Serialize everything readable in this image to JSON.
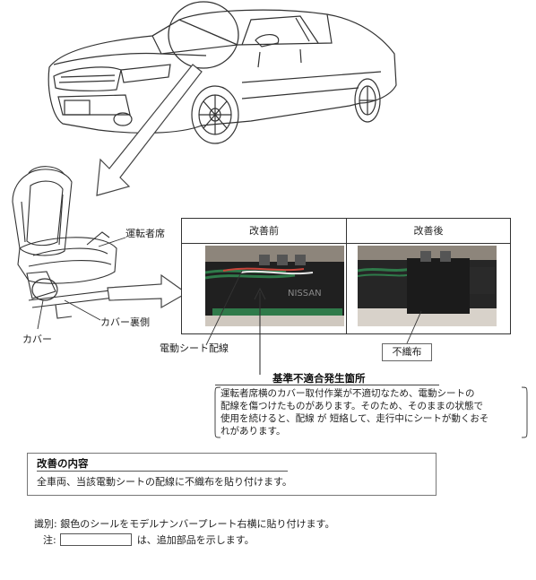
{
  "labels": {
    "driver_seat": "運転者席",
    "cover_back": "カバー裏側",
    "cover": "カバー",
    "power_seat_wiring": "電動シート配線",
    "nonwoven": "不織布"
  },
  "table": {
    "before": "改善前",
    "after": "改善後"
  },
  "photo_text": {
    "connector_brand": "NISSAN"
  },
  "defect": {
    "title": "基準不適合発生箇所",
    "lines": [
      "運転者席横のカバー取付作業が不適切なため、電動シートの",
      "配線を傷つけたものがあります。そのため、そのままの状態で",
      "使用を続けると、配線 が 短絡して、走行中にシートが動くおそ",
      "れがあります。"
    ]
  },
  "improvement": {
    "title": "改善の内容",
    "body": "全車両、当該電動シートの配線に不織布を貼り付けます。"
  },
  "identification": {
    "text": "識別: 銀色のシールをモデルナンバープレート右横に貼り付けます。",
    "note_prefix": "注:",
    "note_suffix": "は、追加部品を示します。"
  },
  "colors": {
    "wire_green": "#2f7a4a",
    "photo_bg": "#b9b2a8",
    "tape_black": "#1b1b1b"
  }
}
